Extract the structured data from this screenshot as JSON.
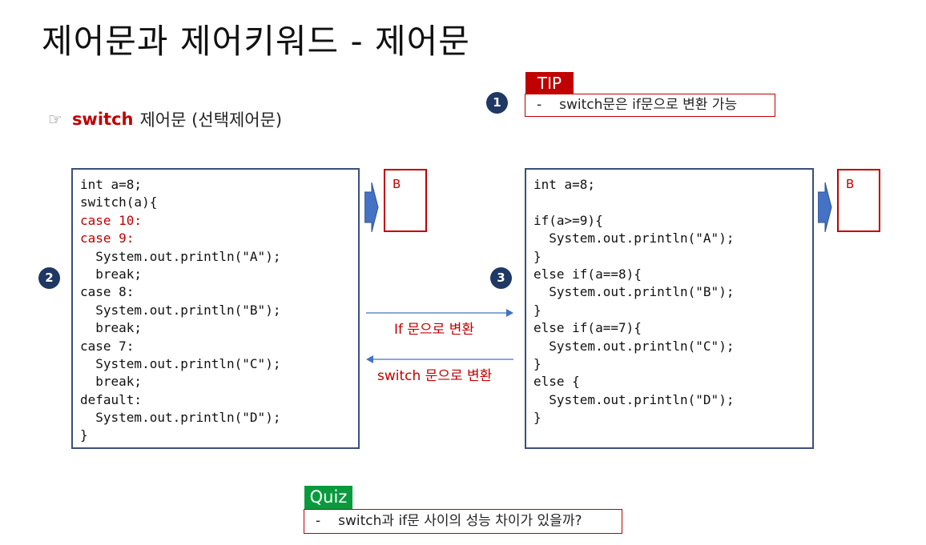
{
  "title": "제어문과 제어키워드 - 제어문",
  "subtitle": {
    "hand_icon": "☞",
    "keyword": "switch",
    "rest": "제어문 (선택제어문)"
  },
  "tip": {
    "label": "TIP",
    "dash": "-",
    "text": "switch문은 if문으로 변환 가능"
  },
  "badges": [
    "1",
    "2",
    "3"
  ],
  "left_code": [
    {
      "text": "int a=8;",
      "color": "#111111"
    },
    {
      "text": "switch(a){",
      "color": "#111111"
    },
    {
      "text": "case 10:",
      "color": "#c00000"
    },
    {
      "text": "case 9:",
      "color": "#c00000"
    },
    {
      "text": "  System.out.println(\"A\");",
      "color": "#111111"
    },
    {
      "text": "  break;",
      "color": "#111111"
    },
    {
      "text": "case 8:",
      "color": "#111111"
    },
    {
      "text": "  System.out.println(\"B\");",
      "color": "#111111"
    },
    {
      "text": "  break;",
      "color": "#111111"
    },
    {
      "text": "case 7:",
      "color": "#111111"
    },
    {
      "text": "  System.out.println(\"C\");",
      "color": "#111111"
    },
    {
      "text": "  break;",
      "color": "#111111"
    },
    {
      "text": "default:",
      "color": "#111111"
    },
    {
      "text": "  System.out.println(\"D\");",
      "color": "#111111"
    },
    {
      "text": "}",
      "color": "#111111"
    }
  ],
  "right_code": [
    {
      "text": "int a=8;",
      "color": "#111111"
    },
    {
      "text": "",
      "color": "#111111"
    },
    {
      "text": "if(a>=9){",
      "color": "#111111"
    },
    {
      "text": "  System.out.println(\"A\");",
      "color": "#111111"
    },
    {
      "text": "}",
      "color": "#111111"
    },
    {
      "text": "else if(a==8){",
      "color": "#111111"
    },
    {
      "text": "  System.out.println(\"B\");",
      "color": "#111111"
    },
    {
      "text": "}",
      "color": "#111111"
    },
    {
      "text": "else if(a==7){",
      "color": "#111111"
    },
    {
      "text": "  System.out.println(\"C\");",
      "color": "#111111"
    },
    {
      "text": "}",
      "color": "#111111"
    },
    {
      "text": "else {",
      "color": "#111111"
    },
    {
      "text": "  System.out.println(\"D\");",
      "color": "#111111"
    },
    {
      "text": "}",
      "color": "#111111"
    }
  ],
  "left_result": "B",
  "right_result": "B",
  "conversion": {
    "to_if": "If 문으로 변환",
    "to_switch": "switch 문으로 변환"
  },
  "quiz": {
    "label": "Quiz",
    "dash": "-",
    "text": "switch과 if문 사이의 성능 차이가 있을까?"
  },
  "colors": {
    "accent_red": "#c00000",
    "navy": "#1f3864",
    "code_border": "#3a4f7a",
    "arrow_blue": "#4472c4",
    "quiz_green": "#0a9a3e"
  }
}
